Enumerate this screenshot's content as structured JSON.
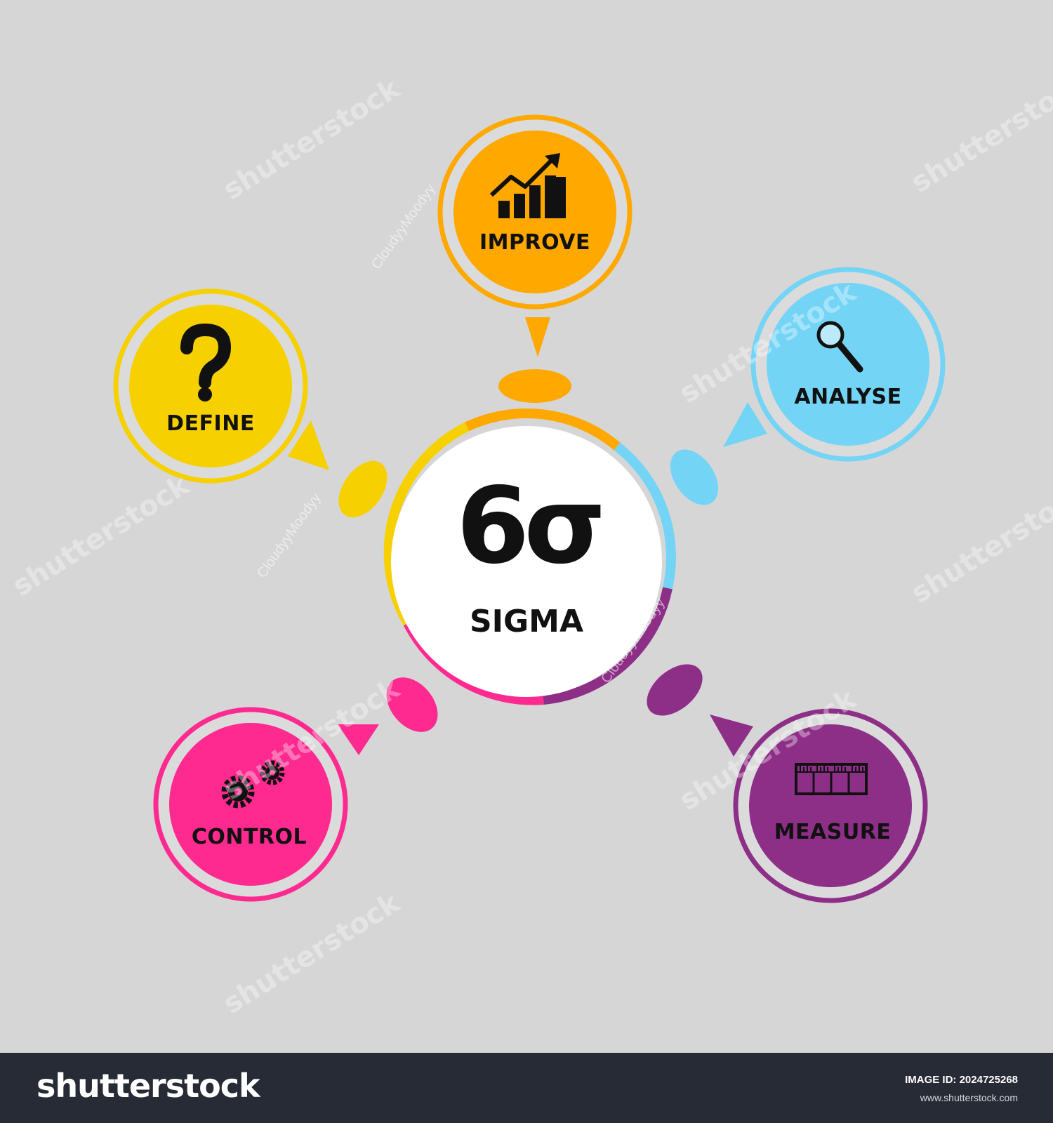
{
  "center": {
    "symbol": "6σ",
    "label": "SIGMA"
  },
  "steps": [
    {
      "label": "DEFINE",
      "icon": "question-icon",
      "color": "#f7d000"
    },
    {
      "label": "IMPROVE",
      "icon": "growth-chart-icon",
      "color": "#ffa800"
    },
    {
      "label": "ANALYSE",
      "icon": "magnifier-icon",
      "color": "#74d4f6"
    },
    {
      "label": "MEASURE",
      "icon": "ruler-icon",
      "color": "#8e2f87"
    },
    {
      "label": "CONTROL",
      "icon": "gears-icon",
      "color": "#ff2a8f"
    }
  ],
  "watermark": {
    "text": "shutterstock",
    "author": "CloudyyMoodyy"
  },
  "footer": {
    "logo": "shutterstock",
    "image_id": "IMAGE ID: 2024725268",
    "url": "www.shutterstock.com"
  },
  "colors": {
    "background": "#d6d6d6",
    "footer": "#272b35"
  }
}
